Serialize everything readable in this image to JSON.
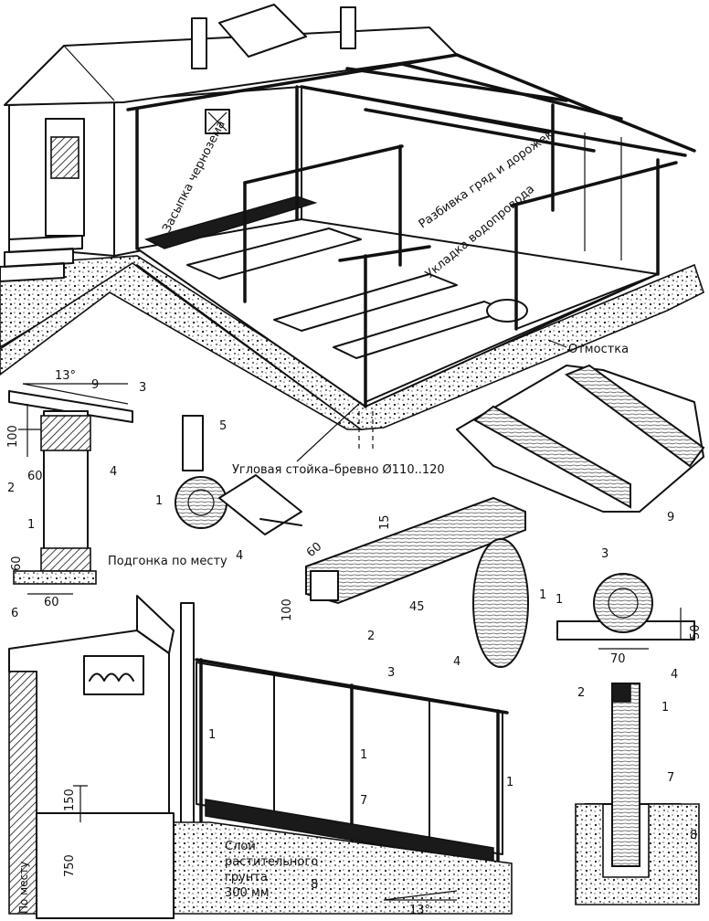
{
  "top_scene": {
    "labels": {
      "backfill": "Засыпка чернозема",
      "beds_paths": "Разбивка гряд и дорожек",
      "water_pipe": "Укладка водопровода",
      "blind_area": "Отмостка",
      "corner_post": "Угловая стойка–бревно Ø110..120"
    }
  },
  "section_detail": {
    "angle": "13°",
    "dims": {
      "d100": "100",
      "d60": "60",
      "d60b": "60",
      "d60c": "60"
    },
    "callouts": {
      "c9": "9",
      "c3": "3",
      "c2": "2",
      "c4": "4",
      "c1": "1",
      "c6": "6"
    },
    "fit_note": "Подгонка по месту"
  },
  "post_detail": {
    "callouts": {
      "c5": "5",
      "c1": "1",
      "c4": "4"
    }
  },
  "joint_detail": {
    "dims": {
      "d15": "15",
      "d60": "60",
      "d100": "100",
      "d45": "45"
    },
    "callouts": {
      "c1": "1",
      "c2": "2",
      "c3": "3",
      "c4": "4",
      "c9": "9"
    }
  },
  "log_section": {
    "callouts": {
      "c1": "1",
      "c4": "4"
    },
    "dims": {
      "d70": "70",
      "d50": "50"
    }
  },
  "bottom_section": {
    "callouts": {
      "c3": "3",
      "c1a": "1",
      "c1b": "1",
      "c1c": "1",
      "c7": "7",
      "c8": "8"
    },
    "dims": {
      "d150": "150",
      "d750": "750"
    },
    "fit_note_vertical": "По месту",
    "soil_layer": [
      "Слой",
      "растительного",
      "грунта",
      "300 мм"
    ],
    "angle": "13°"
  },
  "foot_detail": {
    "callouts": {
      "c2": "2",
      "c1": "1",
      "c7": "7",
      "c8": "8"
    }
  }
}
